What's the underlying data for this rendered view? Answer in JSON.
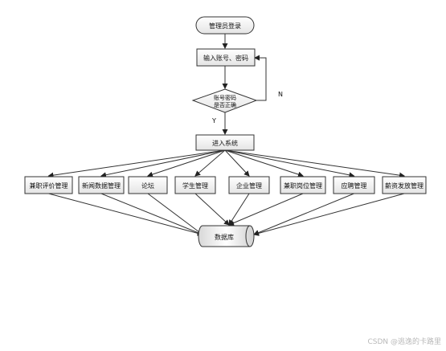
{
  "nodes": {
    "start": "管理员登录",
    "input": "输入账号、密码",
    "decision_line1": "账号密码",
    "decision_line2": "是否正确",
    "enter": "进入系统",
    "database": "数据库"
  },
  "edges": {
    "no": "N",
    "yes": "Y"
  },
  "modules": [
    "兼职评价管理",
    "新闻数据管理",
    "论坛",
    "学生管理",
    "企业管理",
    "兼职岗位管理",
    "应聘管理",
    "薪资发放管理"
  ],
  "watermark": "CSDN @逃逸的卡路里"
}
